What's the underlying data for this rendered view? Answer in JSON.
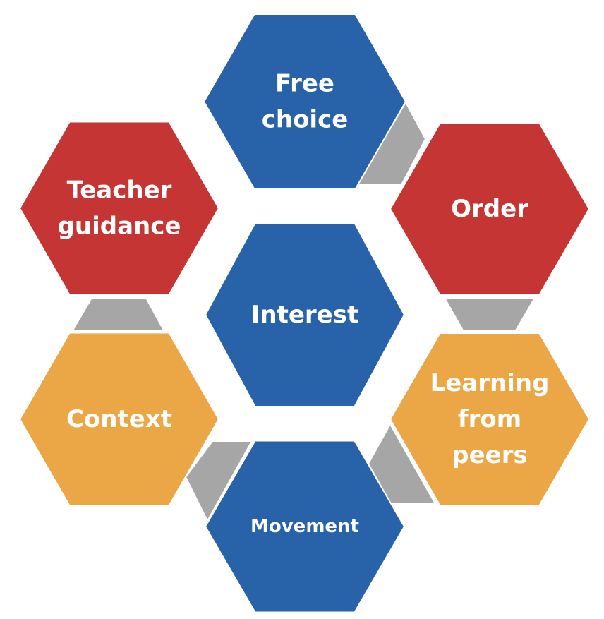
{
  "diagram": {
    "title": "",
    "colors": {
      "blue": "#2862A8",
      "red": "#C43533",
      "orange": "#EBA645",
      "connector": "#A6A6A6",
      "text": "#FFFFFF"
    },
    "nodes": [
      {
        "id": "free-choice",
        "lines": [
          "Free",
          "choice"
        ],
        "color": "blue",
        "position": "top"
      },
      {
        "id": "teacher-guidance",
        "lines": [
          "Teacher",
          "guidance"
        ],
        "color": "red",
        "position": "upper-left"
      },
      {
        "id": "order",
        "lines": [
          "Order"
        ],
        "color": "red",
        "position": "upper-right"
      },
      {
        "id": "interest",
        "lines": [
          "Interest"
        ],
        "color": "blue",
        "position": "center"
      },
      {
        "id": "context",
        "lines": [
          "Context"
        ],
        "color": "orange",
        "position": "lower-left"
      },
      {
        "id": "learning-from-peers",
        "lines": [
          "Learning",
          "from",
          "peers"
        ],
        "color": "orange",
        "position": "lower-right"
      },
      {
        "id": "movement",
        "lines": [
          "Movement"
        ],
        "color": "blue",
        "position": "bottom"
      }
    ],
    "connectors": [
      {
        "from": "free-choice",
        "to": "order"
      },
      {
        "from": "order",
        "to": "learning-from-peers"
      },
      {
        "from": "learning-from-peers",
        "to": "movement"
      },
      {
        "from": "movement",
        "to": "context"
      },
      {
        "from": "context",
        "to": "teacher-guidance"
      }
    ]
  }
}
